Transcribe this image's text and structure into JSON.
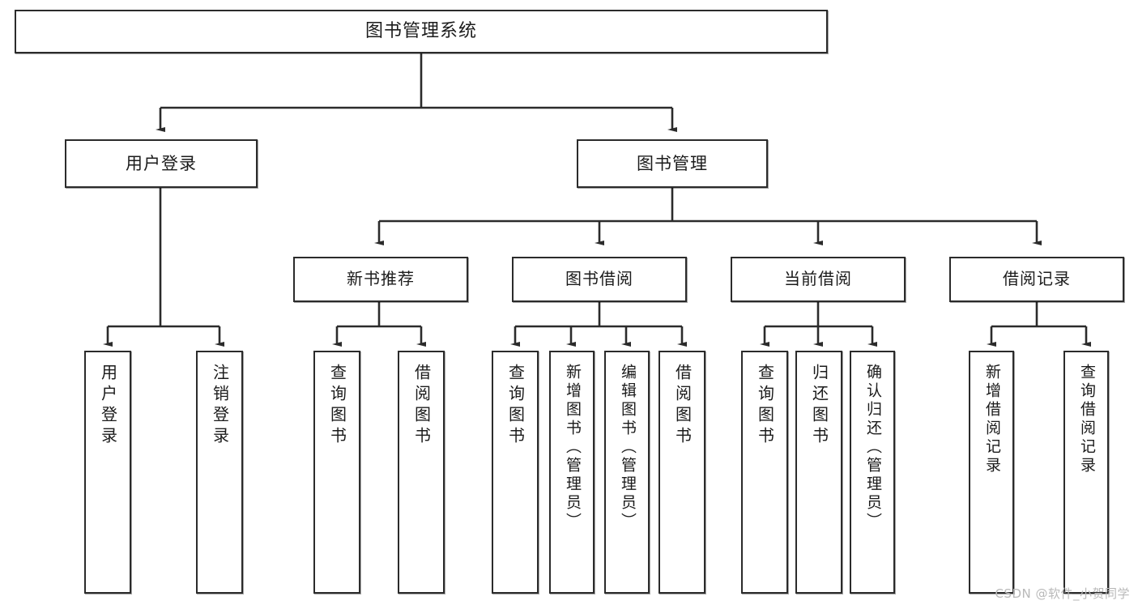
{
  "diagram": {
    "title": "图书管理系统",
    "type": "tree",
    "watermark": "CSDN @软件_小贺同学",
    "colors": {
      "box_border": "#2b2b2b",
      "box_fill": "#ffffff",
      "connector": "#2b2b2b",
      "text": "#1b1b1b",
      "watermark": "#b9b9b9",
      "background": "#ffffff"
    },
    "root": {
      "label": "图书管理系统"
    },
    "level2": [
      {
        "label": "用户登录"
      },
      {
        "label": "图书管理"
      }
    ],
    "level3": [
      {
        "label": "新书推荐"
      },
      {
        "label": "图书借阅"
      },
      {
        "label": "当前借阅"
      },
      {
        "label": "借阅记录"
      }
    ],
    "leaves": {
      "user_login": [
        {
          "label": "用户登录"
        },
        {
          "label": "注销登录"
        }
      ],
      "new_book_recommend": [
        {
          "label": "查询图书"
        },
        {
          "label": "借阅图书"
        }
      ],
      "book_borrow": [
        {
          "label": "查询图书"
        },
        {
          "label": "新增图书（管理员）"
        },
        {
          "label": "编辑图书（管理员）"
        },
        {
          "label": "借阅图书"
        }
      ],
      "current_borrow": [
        {
          "label": "查询图书"
        },
        {
          "label": "归还图书"
        },
        {
          "label": "确认归还（管理员）"
        }
      ],
      "borrow_record": [
        {
          "label": "新增借阅记录"
        },
        {
          "label": "查询借阅记录"
        }
      ]
    }
  }
}
